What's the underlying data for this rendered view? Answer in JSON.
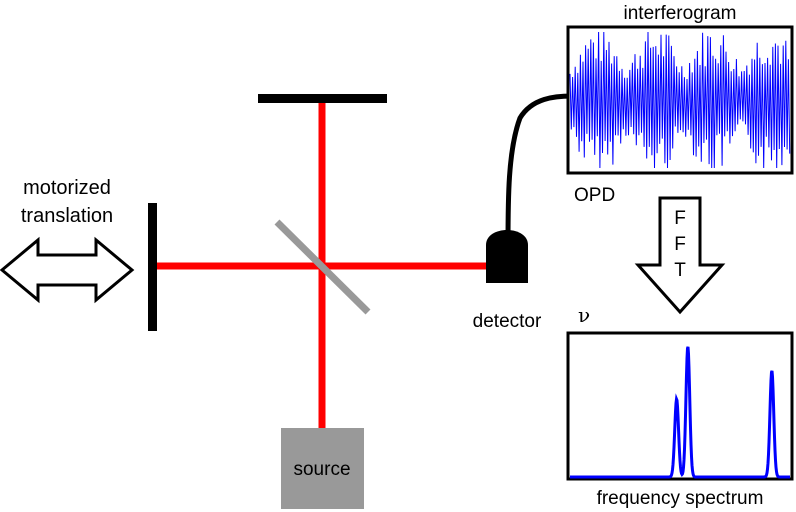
{
  "labels": {
    "motorized": "motorized",
    "translation": "translation",
    "source": "source",
    "detector": "detector",
    "interferogram": "interferogram",
    "opd": "OPD",
    "fft": [
      "F",
      "F",
      "T"
    ],
    "nu": "ν",
    "spectrum": "frequency spectrum"
  },
  "colors": {
    "beam": "#ff0000",
    "mirror": "#000000",
    "splitter": "#999999",
    "source_box": "#999999",
    "signal": "#0000ff"
  },
  "spectrum_peaks": [
    {
      "position": 0.485,
      "height": 0.55
    },
    {
      "position": 0.535,
      "height": 0.92
    },
    {
      "position": 0.91,
      "height": 0.75
    }
  ]
}
